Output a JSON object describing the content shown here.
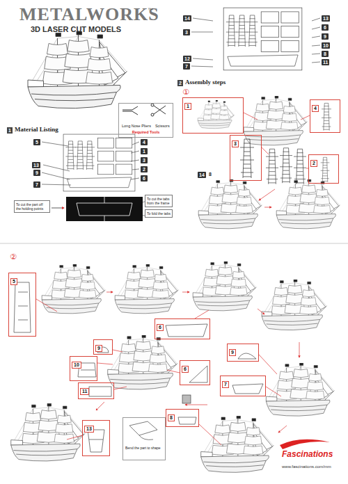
{
  "diagram": {
    "title": "METALWORKS",
    "nodes": [
      {
        "text": [
          "Long Nose Pliers",
          "Scissors",
          "Required Tools"
        ]
      },
      {
        "text": [
          "To cut the part off the holding points"
        ]
      },
      {
        "text": [
          "To cut the tabs from the frame"
        ]
      },
      {
        "text": [
          "To fold the tabs"
        ]
      },
      {
        "text": [
          "1"
        ]
      },
      {
        "text": [
          "4"
        ]
      },
      {
        "text": [
          "3"
        ]
      },
      {
        "text": [
          "2"
        ]
      },
      {
        "text": [
          "5"
        ]
      },
      {
        "text": [
          "6"
        ]
      },
      {
        "text": [
          "9"
        ]
      },
      {
        "text": [
          "10"
        ]
      },
      {
        "text": [
          "11"
        ]
      },
      {
        "text": [
          "6"
        ]
      },
      {
        "text": [
          "9"
        ]
      },
      {
        "text": [
          "7"
        ]
      },
      {
        "text": [
          "13"
        ]
      },
      {
        "text": [
          "8"
        ]
      },
      {
        "text": [
          "Bend the part to shape"
        ]
      }
    ],
    "labels": [
      "™",
      "3D LASER CUT MODELS",
      "1",
      "Material Listing",
      "5",
      "13",
      "9",
      "7",
      "4",
      "1",
      "3",
      "2",
      "6",
      "2",
      "Assembly steps",
      "①",
      "14",
      "3",
      "12",
      "7",
      "13",
      "6",
      "9",
      "10",
      "8",
      "11",
      "14",
      "8",
      "②",
      "Fascinations",
      "www.fascinations.com/mm"
    ]
  }
}
